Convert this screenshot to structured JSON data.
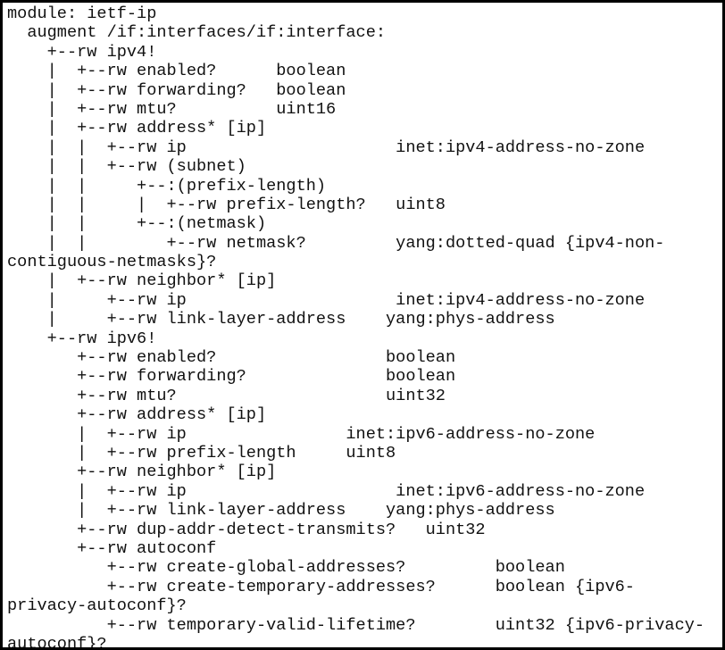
{
  "document": {
    "lines": [
      "module: ietf-ip",
      "  augment /if:interfaces/if:interface:",
      "    +--rw ipv4!",
      "    |  +--rw enabled?      boolean",
      "    |  +--rw forwarding?   boolean",
      "    |  +--rw mtu?          uint16",
      "    |  +--rw address* [ip]",
      "    |  |  +--rw ip                     inet:ipv4-address-no-zone",
      "    |  |  +--rw (subnet)",
      "    |  |     +--:(prefix-length)",
      "    |  |     |  +--rw prefix-length?   uint8",
      "    |  |     +--:(netmask)",
      "    |  |        +--rw netmask?         yang:dotted-quad {ipv4-non-",
      "contiguous-netmasks}?",
      "    |  +--rw neighbor* [ip]",
      "    |     +--rw ip                     inet:ipv4-address-no-zone",
      "    |     +--rw link-layer-address    yang:phys-address",
      "    +--rw ipv6!",
      "       +--rw enabled?                 boolean",
      "       +--rw forwarding?              boolean",
      "       +--rw mtu?                     uint32",
      "       +--rw address* [ip]",
      "       |  +--rw ip                inet:ipv6-address-no-zone",
      "       |  +--rw prefix-length     uint8",
      "       +--rw neighbor* [ip]",
      "       |  +--rw ip                     inet:ipv6-address-no-zone",
      "       |  +--rw link-layer-address    yang:phys-address",
      "       +--rw dup-addr-detect-transmits?   uint32",
      "       +--rw autoconf",
      "          +--rw create-global-addresses?         boolean",
      "          +--rw create-temporary-addresses?      boolean {ipv6-",
      "privacy-autoconf}?",
      "          +--rw temporary-valid-lifetime?        uint32 {ipv6-privacy-",
      "autoconf}?"
    ]
  }
}
